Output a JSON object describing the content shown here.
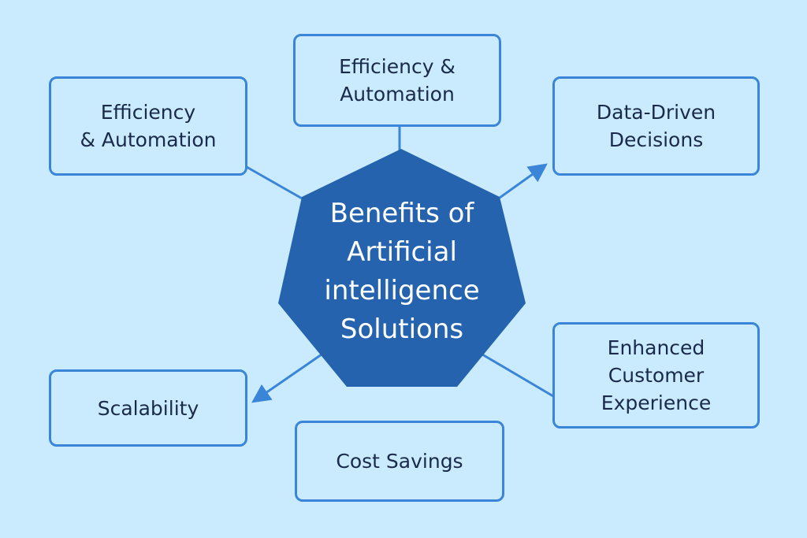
{
  "center": {
    "title": "Benefits of\nArtificial\nintelligence\nSolutions"
  },
  "nodes": [
    {
      "label": "Efficiency\n& Automation"
    },
    {
      "label": "Efficiency &\nAutomation"
    },
    {
      "label": "Data-Driven\nDecisions"
    },
    {
      "label": "Enhanced\nCustomer\nExperience"
    },
    {
      "label": "Cost Savings"
    },
    {
      "label": "Scalability"
    }
  ],
  "colors": {
    "background": "#c9ebfd",
    "accent": "#3a85d8",
    "center_fill": "#2563ae",
    "text": "#1a2a4a"
  }
}
